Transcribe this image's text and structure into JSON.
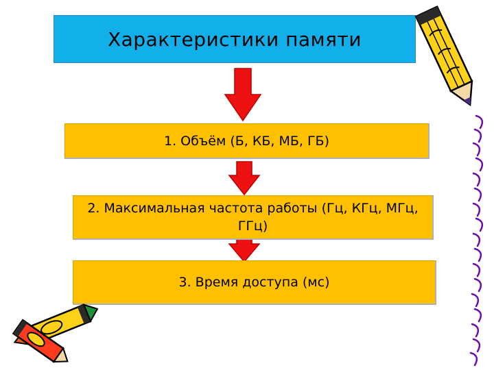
{
  "title": "Характеристики памяти",
  "steps": [
    "1. Объём (Б, КБ, МБ, ГБ)",
    "2. Максимальная частота работы (Гц, КГц, МГц, ГГц)",
    "3. Время доступа (мс)"
  ],
  "colors": {
    "title_box": "#12b0ea",
    "step_box": "#ffc000",
    "arrow": "#ee1111"
  },
  "icons": [
    "pencil-icon",
    "crayon-icon",
    "crayon-icon",
    "spiral-binding-icon"
  ]
}
